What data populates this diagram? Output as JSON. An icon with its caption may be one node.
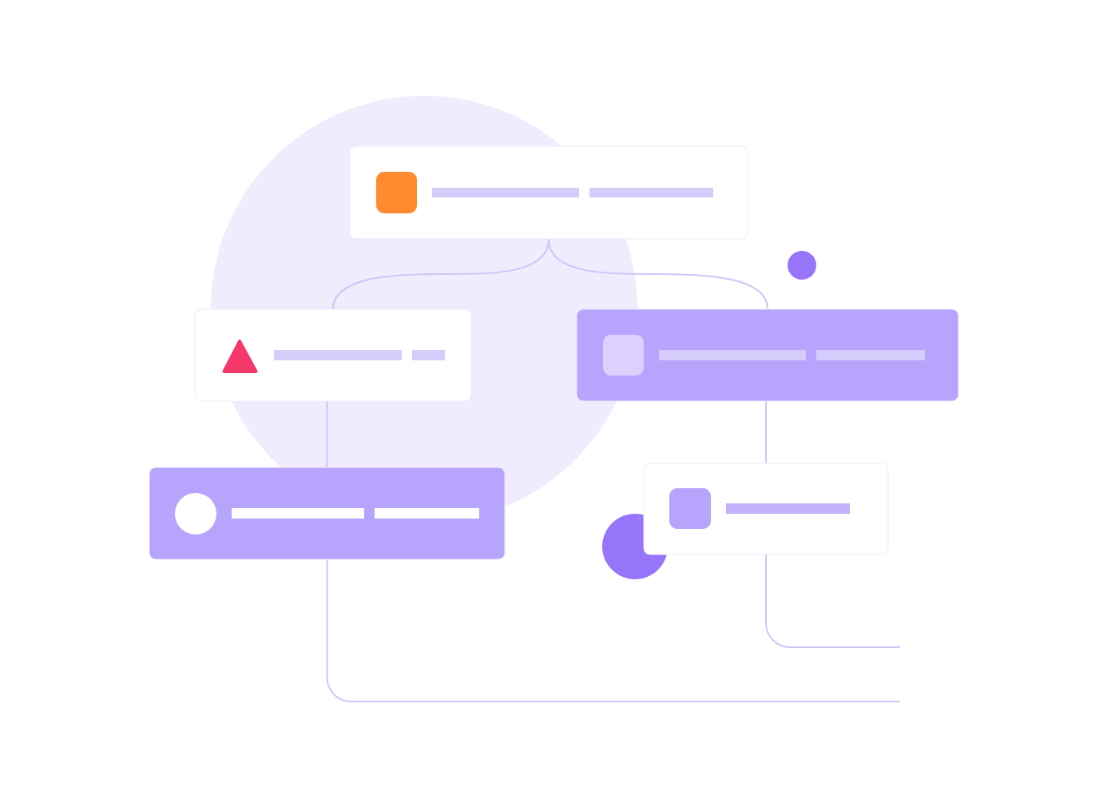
{
  "diagram": {
    "nodes": [
      {
        "text": [],
        "shape": "box"
      },
      {
        "text": [],
        "shape": "box"
      },
      {
        "text": [],
        "shape": "box"
      },
      {
        "text": [],
        "shape": "box"
      },
      {
        "text": [],
        "shape": "box"
      }
    ],
    "edges": [
      {
        "from": 0,
        "to": 1,
        "arrow": "none"
      },
      {
        "from": 0,
        "to": 2,
        "arrow": "none"
      },
      {
        "from": 1,
        "to": 3,
        "arrow": "none"
      },
      {
        "from": 2,
        "to": 4,
        "arrow": "none"
      },
      {
        "from": 3,
        "to": null,
        "arrow": "none"
      },
      {
        "from": 4,
        "to": null,
        "arrow": "none"
      }
    ]
  }
}
